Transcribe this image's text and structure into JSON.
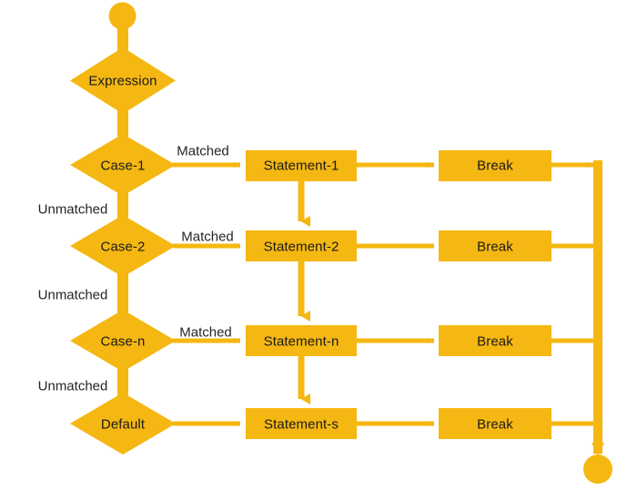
{
  "diagram": {
    "title": "switch-case-flowchart",
    "colors": {
      "shape_fill": "#F5B711",
      "connector": "#F5B711",
      "text": "#1b1b1b",
      "background": "#ffffff"
    },
    "start_node": {
      "name": "start-terminator",
      "shape": "circle"
    },
    "end_node": {
      "name": "end-terminator",
      "shape": "circle"
    },
    "decisions": [
      {
        "id": "expression",
        "label": "Expression",
        "shape": "diamond"
      },
      {
        "id": "case-1",
        "label": "Case-1",
        "shape": "diamond"
      },
      {
        "id": "case-2",
        "label": "Case-2",
        "shape": "diamond"
      },
      {
        "id": "case-n",
        "label": "Case-n",
        "shape": "diamond"
      },
      {
        "id": "default",
        "label": "Default",
        "shape": "diamond"
      }
    ],
    "statements": [
      {
        "id": "statement-1",
        "label": "Statement-1",
        "shape": "rect"
      },
      {
        "id": "statement-2",
        "label": "Statement-2",
        "shape": "rect"
      },
      {
        "id": "statement-n",
        "label": "Statement-n",
        "shape": "rect"
      },
      {
        "id": "statement-s",
        "label": "Statement-s",
        "shape": "rect"
      }
    ],
    "breaks": [
      {
        "id": "break-1",
        "label": "Break",
        "shape": "rect"
      },
      {
        "id": "break-2",
        "label": "Break",
        "shape": "rect"
      },
      {
        "id": "break-n",
        "label": "Break",
        "shape": "rect"
      },
      {
        "id": "break-s",
        "label": "Break",
        "shape": "rect"
      }
    ],
    "edge_labels": {
      "matched_1": "Matched",
      "matched_2": "Matched",
      "matched_n": "Matched",
      "unmatched_1": "Unmatched",
      "unmatched_2": "Unmatched",
      "unmatched_n": "Unmatched"
    }
  }
}
